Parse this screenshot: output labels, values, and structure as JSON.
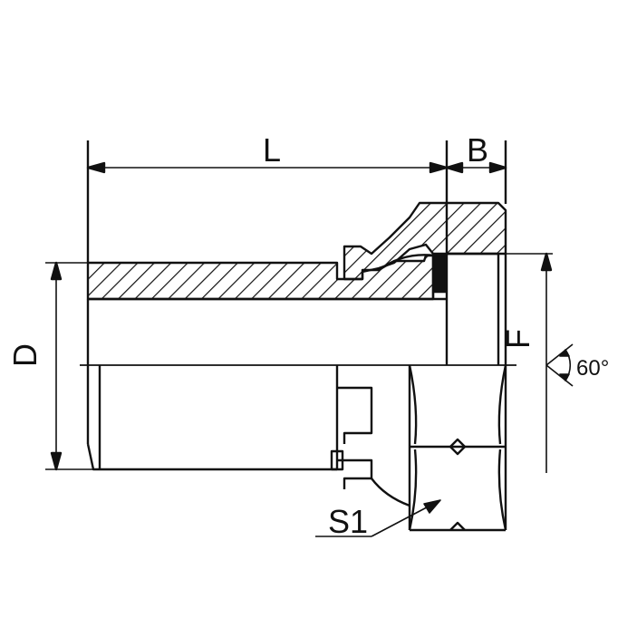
{
  "drawing": {
    "labels": {
      "length": "L",
      "nut_width": "B",
      "diameter": "D",
      "thread": "F",
      "angle": "60°",
      "hex": "S1"
    },
    "colors": {
      "line": "#111111",
      "background": "#ffffff"
    }
  }
}
